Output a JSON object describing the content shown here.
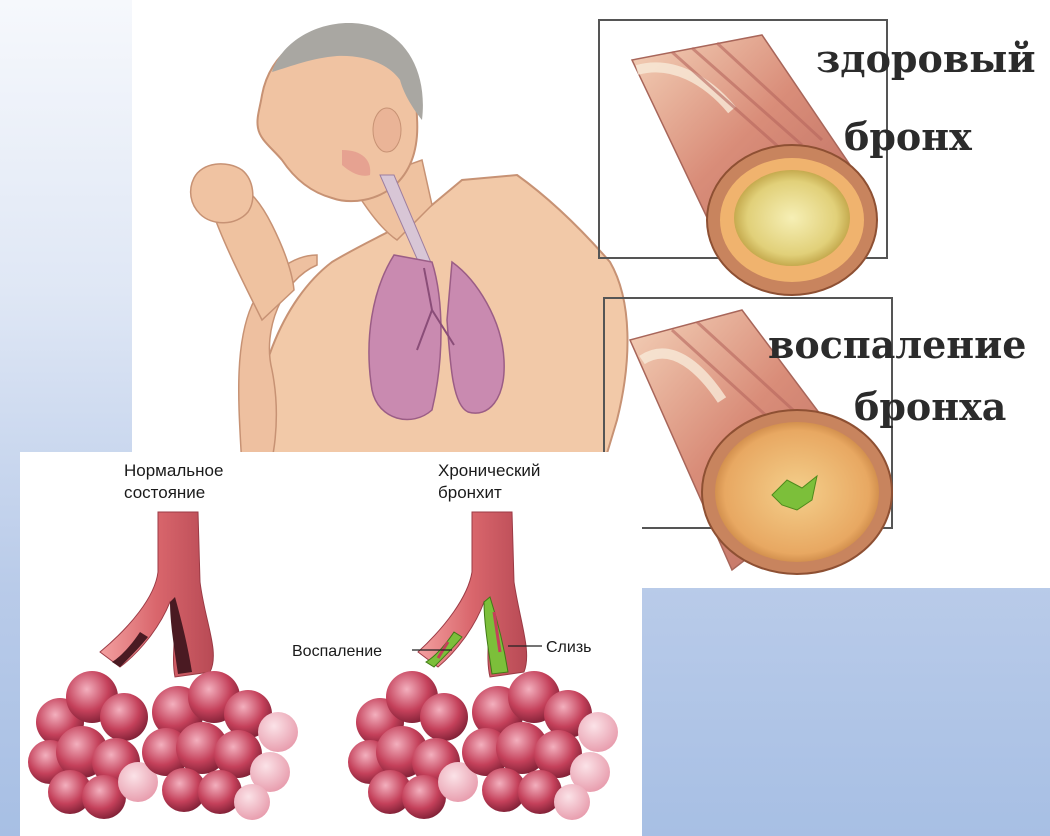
{
  "top_illustration": {
    "healthy_label_line1": "здоровый",
    "healthy_label_line2": "бронх",
    "inflamed_label_line1": "воспаление",
    "inflamed_label_line2": "бронха"
  },
  "bottom_illustration": {
    "normal_title_line1": "Нормальное",
    "normal_title_line2": "состояние",
    "chronic_title_line1": "Хронический",
    "chronic_title_line2": "бронхит",
    "callout_inflammation": "Воспаление",
    "callout_mucus": "Слизь"
  },
  "colors": {
    "skin": "#f2c9a8",
    "lung": "#c98ab0",
    "airway": "#d9666c",
    "alveoli": "#c4405a",
    "bronchus_wall": "#e0a070",
    "mucus": "#7cbf3a"
  }
}
